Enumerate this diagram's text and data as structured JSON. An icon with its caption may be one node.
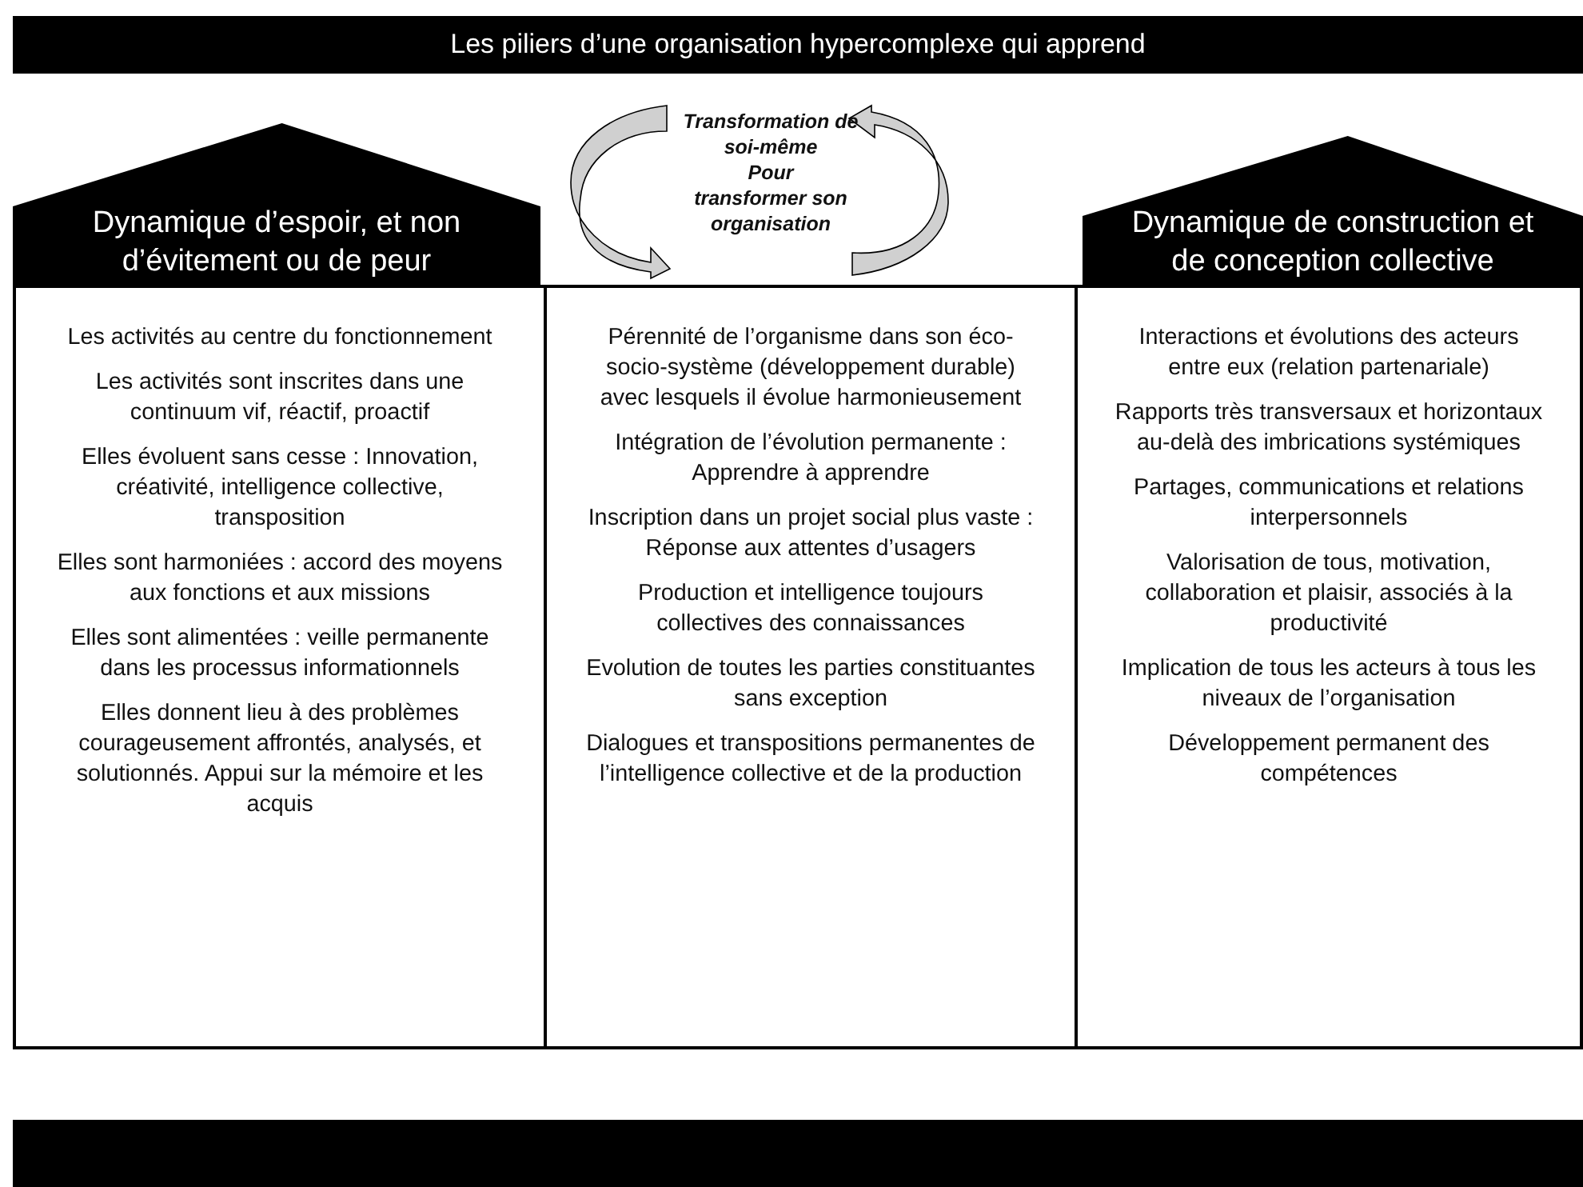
{
  "diagram": {
    "title": "Les piliers d’une organisation hypercomplexe qui apprend",
    "nodes": [
      {
        "text": [
          "Dynamique d’espoir, et non d’évitement ou de peur"
        ]
      },
      {
        "text": [
          "Dynamique de construction et de conception collective"
        ]
      },
      {
        "text": [
          "Les activités au centre du fonctionnement",
          "Les activités sont inscrites dans une continuum vif, réactif, proactif",
          "Elles évoluent sans cesse : Innovation, créativité, intelligence collective, transposition",
          "Elles sont harmoniées : accord des moyens aux fonctions et aux missions",
          "Elles sont alimentées : veille permanente dans les processus informationnels",
          "Elles donnent lieu à des problèmes courageusement affrontés, analysés, et solutionnés. Appui sur la mémoire et les acquis"
        ]
      },
      {
        "text": [
          "Pérennité de l’organisme dans son éco-socio-système (développement durable) avec lesquels il évolue harmonieusement",
          "Intégration de l’évolution permanente : Apprendre à apprendre",
          "Inscription dans un projet social plus vaste : Réponse aux attentes d’usagers",
          "Production et intelligence toujours collectives des connaissances",
          "Evolution de toutes les parties constituantes sans exception",
          "Dialogues et transpositions permanentes de l’intelligence collective et de la production"
        ]
      },
      {
        "text": [
          "Interactions et évolutions des acteurs entre eux (relation partenariale)",
          "Rapports très transversaux et horizontaux au-delà des imbrications systémiques",
          "Partages, communications et relations interpersonnels",
          "Valorisation de tous, motivation, collaboration et plaisir, associés à la productivité",
          "Implication de tous les acteurs à tous les niveaux de l’organisation",
          "Développement permanent des compétences"
        ]
      },
      {
        "text": [],
        "shape": "bar"
      }
    ],
    "labels": [
      "Transformation de soi-même",
      "Pour",
      "transformer son organisation"
    ]
  }
}
